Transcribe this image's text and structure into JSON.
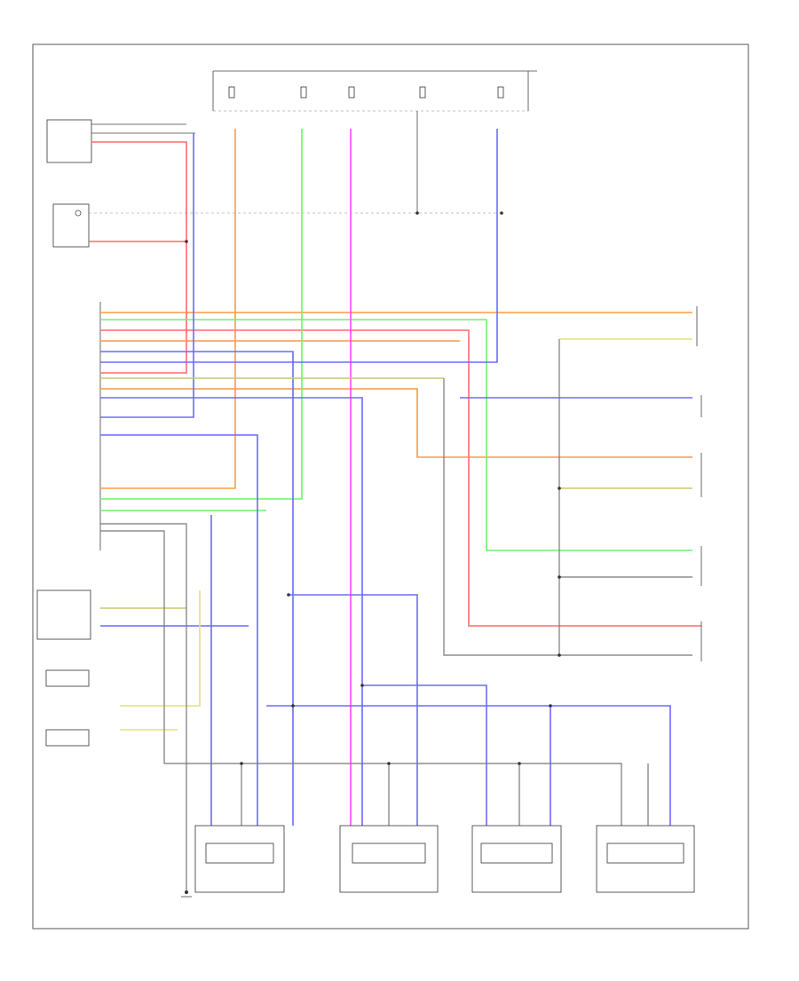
{
  "diagram": {
    "footer_code": "",
    "wire_colors": {
      "red": "#ff6b6b",
      "orange": "#ff9a3c",
      "green": "#6ef06e",
      "magenta": "#ff44ff",
      "blue": "#6b6bff",
      "olive": "#c8c870",
      "yellow": "#e6e07a",
      "pink": "#ff7aa0",
      "gray": "#777777",
      "black": "#333333"
    },
    "labels": [],
    "nodes": [
      {
        "id": "fuse-box",
        "label": ""
      },
      {
        "id": "control-unit",
        "label": ""
      },
      {
        "id": "sensor-top-left",
        "label": ""
      },
      {
        "id": "module-left",
        "label": ""
      },
      {
        "id": "switch-left",
        "label": ""
      },
      {
        "id": "actuator-1",
        "label": ""
      },
      {
        "id": "actuator-2",
        "label": ""
      },
      {
        "id": "actuator-3",
        "label": ""
      },
      {
        "id": "actuator-4",
        "label": ""
      }
    ]
  }
}
